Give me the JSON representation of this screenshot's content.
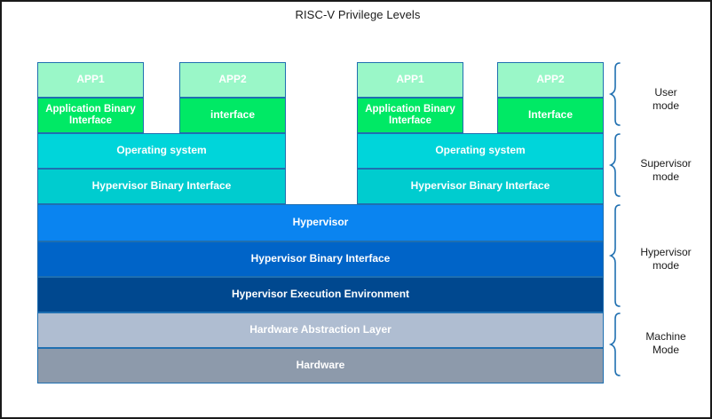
{
  "title": "RISC-V Privilege Levels",
  "colors": {
    "app": "#9AF7C8",
    "abi": "#00E965",
    "os": "#00D5DA",
    "hbi_supervisor": "#00CCCF",
    "hypervisor": "#0A84F0",
    "hbi": "#0064C8",
    "hee": "#00488F",
    "hal": "#AFBDD1",
    "hardware": "#8D9AAB",
    "border": "#1f6fb0",
    "brace": "#1f6fb0",
    "text_on_box": "#FFFFFF",
    "title_text": "#1B1B1B",
    "frame": "#1A1A1A"
  },
  "stacks": [
    {
      "name": "left-guest",
      "apps": [
        {
          "app_label": "APP1",
          "interface_label": "Application Binary Interface"
        },
        {
          "app_label": "APP2",
          "interface_label": "interface"
        }
      ],
      "os_label": "Operating system",
      "hbi_label": "Hypervisor Binary Interface"
    },
    {
      "name": "right-guest",
      "apps": [
        {
          "app_label": "APP1",
          "interface_label": "Application Binary Interface"
        },
        {
          "app_label": "APP2",
          "interface_label": "Interface"
        }
      ],
      "os_label": "Operating system",
      "hbi_label": "Hypervisor Binary Interface"
    }
  ],
  "shared_layers": [
    {
      "key": "hypervisor",
      "label": "Hypervisor"
    },
    {
      "key": "hbi",
      "label": "Hypervisor Binary Interface"
    },
    {
      "key": "hee",
      "label": "Hypervisor Execution Environment"
    },
    {
      "key": "hal",
      "label": "Hardware Abstraction Layer"
    },
    {
      "key": "hardware",
      "label": "Hardware"
    }
  ],
  "privilege_levels": [
    {
      "line1": "User",
      "line2": "mode"
    },
    {
      "line1": "Supervisor",
      "line2": "mode"
    },
    {
      "line1": "Hypervisor",
      "line2": "mode"
    },
    {
      "line1": "Machine",
      "line2": "Mode"
    }
  ]
}
